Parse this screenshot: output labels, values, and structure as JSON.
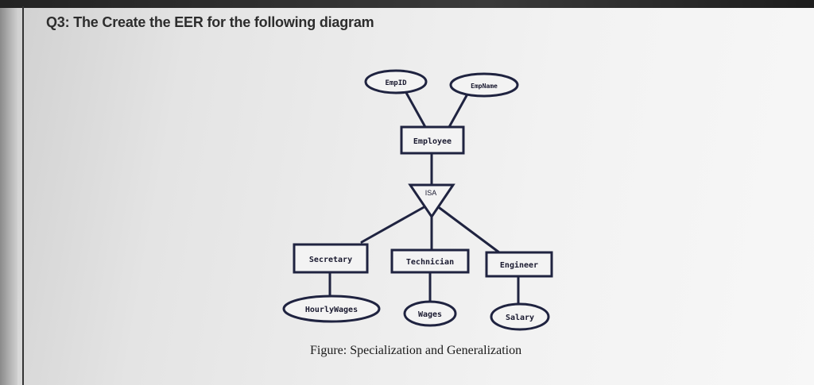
{
  "question": "Q3: The Create the EER for the following diagram",
  "caption": "Figure: Specialization and Generalization",
  "diagram": {
    "superclass": {
      "label": "Employee"
    },
    "super_attributes": [
      {
        "label": "EmpID"
      },
      {
        "label": "EmpName"
      }
    ],
    "isa_label": "ISA",
    "subclasses": [
      {
        "label": "Secretary",
        "attribute": "HourlyWages"
      },
      {
        "label": "Technician",
        "attribute": "Wages"
      },
      {
        "label": "Engineer",
        "attribute": "Salary"
      }
    ],
    "line_color": "#1f2340"
  }
}
